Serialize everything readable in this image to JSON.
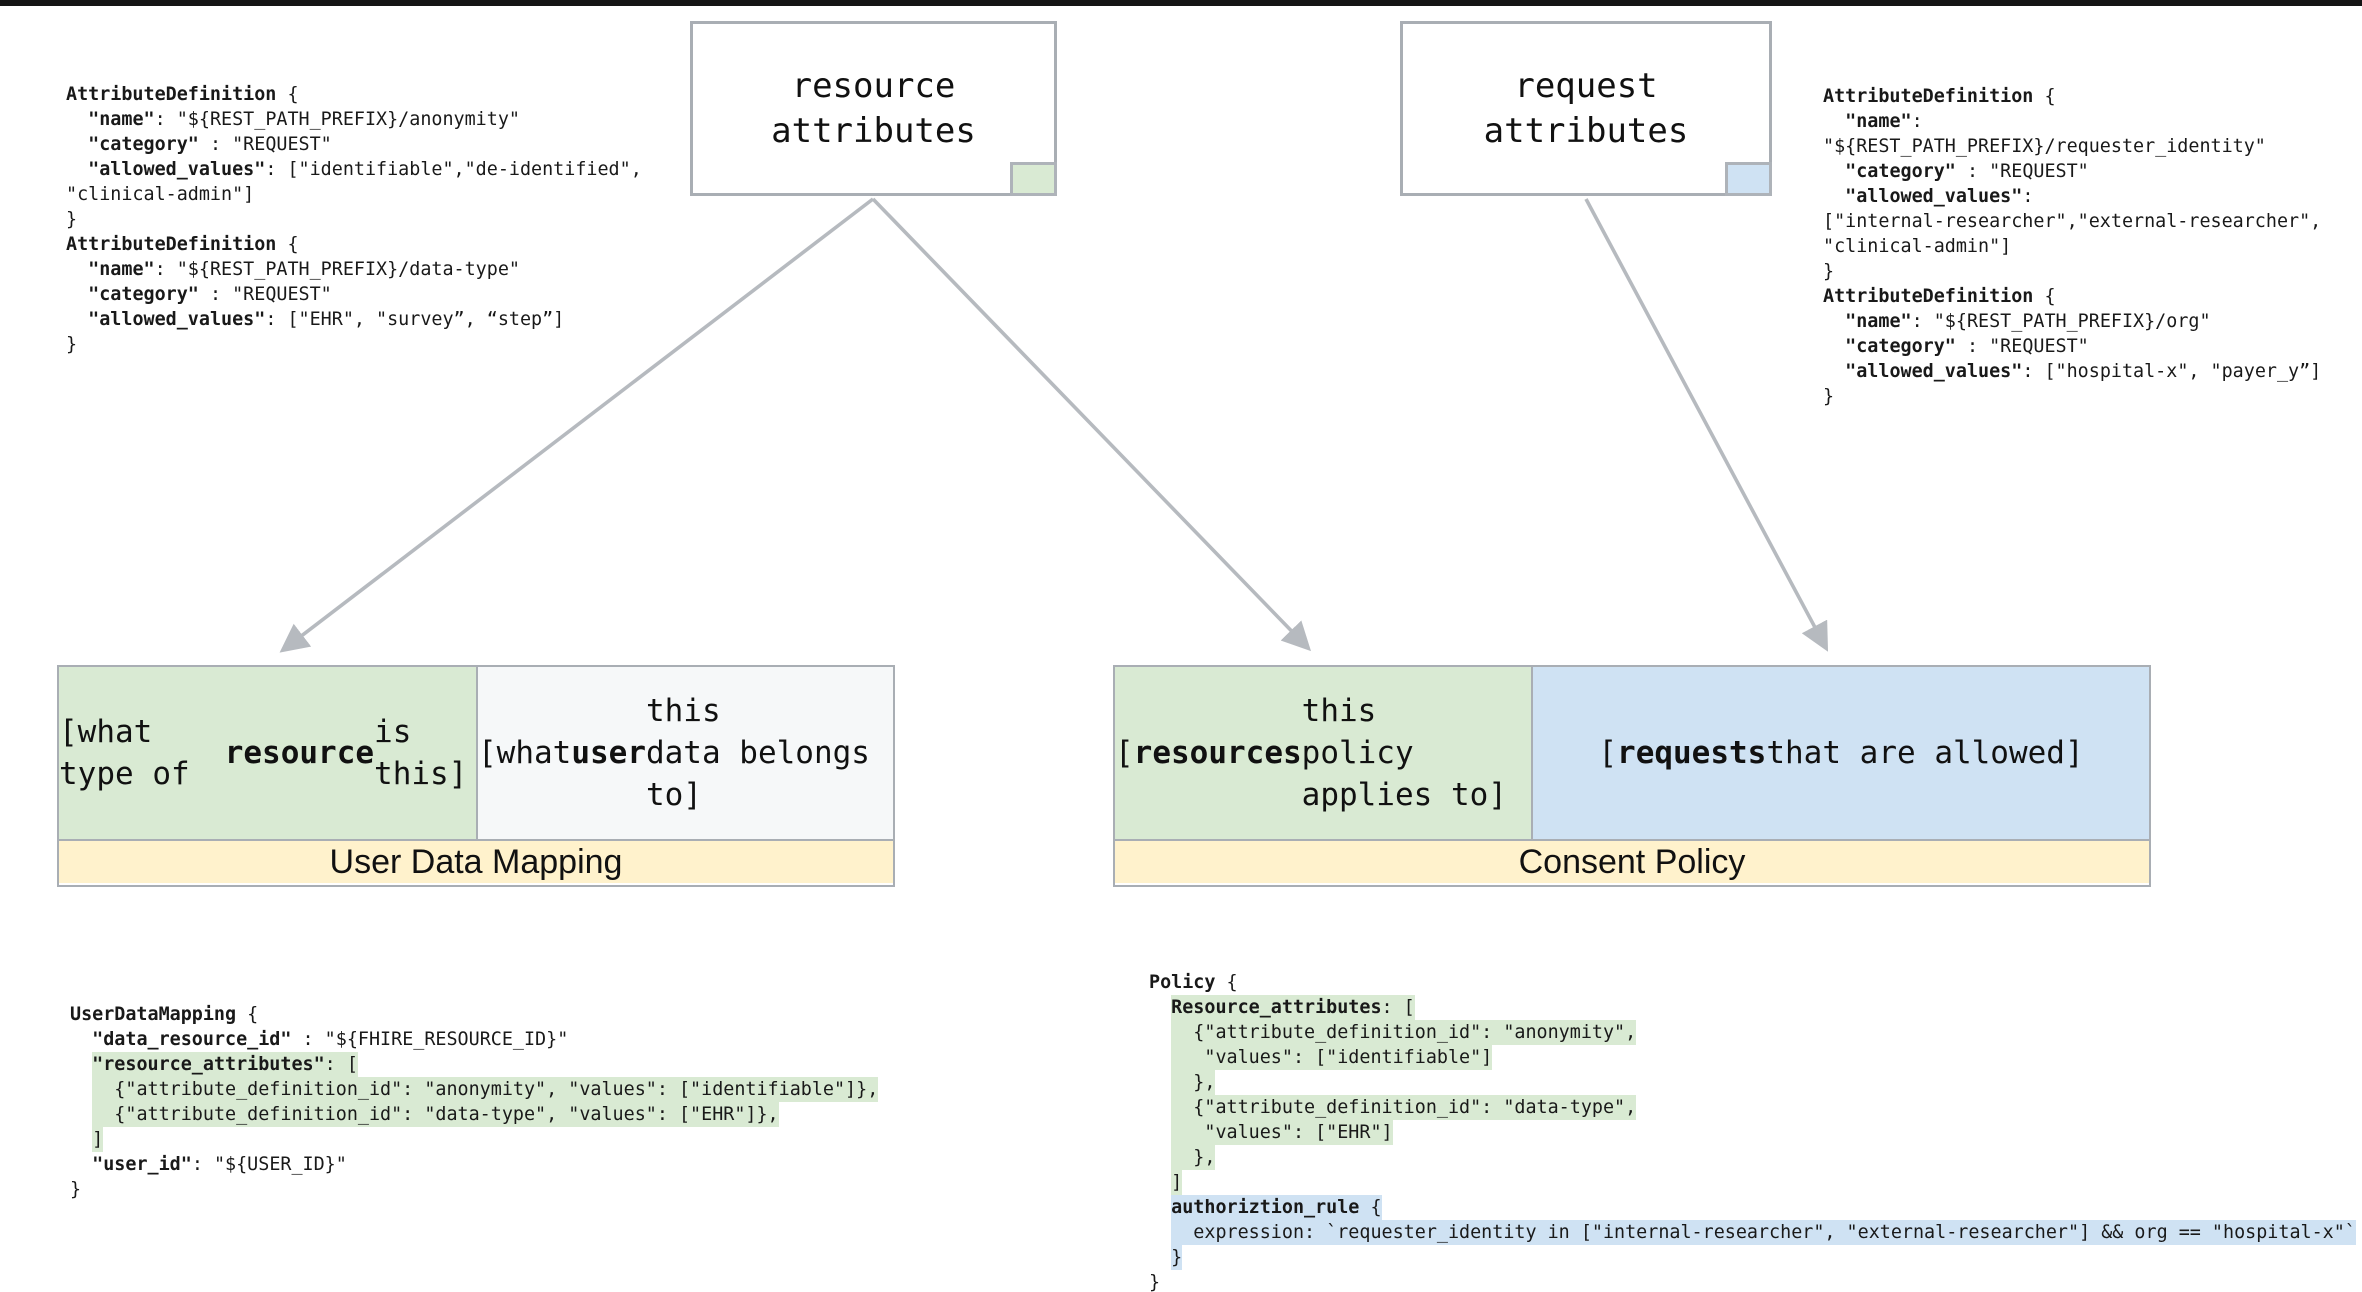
{
  "colors": {
    "accent_green": "#d9ead3",
    "accent_blue": "#cfe2f3",
    "accent_yellow": "#fff2cc",
    "plain_cell": "#f6f8f9",
    "border_gray": "#a9aeb4",
    "arrow_gray": "#b6babf",
    "top_bar": "#151515"
  },
  "nodes": {
    "resource_attributes": {
      "label": "resource\nattributes",
      "tag": "green-tag"
    },
    "request_attributes": {
      "label": "request\nattributes",
      "tag": "blue-tag"
    }
  },
  "entities": {
    "user_data_mapping": {
      "title": "User Data Mapping",
      "cells": [
        {
          "segments": [
            [
              "n",
              "[what type of\n"
            ],
            [
              "b",
              "resource"
            ],
            [
              "n",
              " is this]"
            ]
          ]
        },
        {
          "segments": [
            [
              "n",
              "[what "
            ],
            [
              "b",
              "user"
            ],
            [
              "n",
              " this\ndata belongs to]"
            ]
          ]
        }
      ]
    },
    "consent_policy": {
      "title": "Consent Policy",
      "cells": [
        {
          "segments": [
            [
              "n",
              "["
            ],
            [
              "b",
              "resources"
            ],
            [
              "n",
              " this\npolicy applies to]"
            ]
          ]
        },
        {
          "segments": [
            [
              "n",
              "["
            ],
            [
              "b",
              "requests"
            ],
            [
              "n",
              " that are allowed]"
            ]
          ]
        }
      ]
    }
  },
  "code_blocks": {
    "attr_def_left": {
      "lines": [
        {
          "seg": [
            [
              "b",
              "AttributeDefinition"
            ],
            [
              "n",
              " {"
            ]
          ]
        },
        {
          "seg": [
            [
              "n",
              "  "
            ],
            [
              "b",
              "\"name\""
            ],
            [
              "n",
              ": \"${REST_PATH_PREFIX}/anonymity\""
            ]
          ]
        },
        {
          "seg": [
            [
              "n",
              "  "
            ],
            [
              "b",
              "\"category\""
            ],
            [
              "n",
              " : \"REQUEST\""
            ]
          ]
        },
        {
          "seg": [
            [
              "n",
              "  "
            ],
            [
              "b",
              "\"allowed_values\""
            ],
            [
              "n",
              ": [\"identifiable\",\"de-identified\","
            ]
          ]
        },
        {
          "seg": [
            [
              "n",
              "\"clinical-admin\"]"
            ]
          ]
        },
        {
          "seg": [
            [
              "n",
              "}"
            ]
          ]
        },
        {
          "seg": [
            [
              "b",
              "AttributeDefinition"
            ],
            [
              "n",
              " {"
            ]
          ]
        },
        {
          "seg": [
            [
              "n",
              "  "
            ],
            [
              "b",
              "\"name\""
            ],
            [
              "n",
              ": \"${REST_PATH_PREFIX}/data-type\""
            ]
          ]
        },
        {
          "seg": [
            [
              "n",
              "  "
            ],
            [
              "b",
              "\"category\""
            ],
            [
              "n",
              " : \"REQUEST\""
            ]
          ]
        },
        {
          "seg": [
            [
              "n",
              "  "
            ],
            [
              "b",
              "\"allowed_values\""
            ],
            [
              "n",
              ": [\"EHR\", \"survey”, “step”]"
            ]
          ]
        },
        {
          "seg": [
            [
              "n",
              "}"
            ]
          ]
        }
      ]
    },
    "attr_def_right": {
      "lines": [
        {
          "seg": [
            [
              "b",
              "AttributeDefinition"
            ],
            [
              "n",
              " {"
            ]
          ]
        },
        {
          "seg": [
            [
              "n",
              "  "
            ],
            [
              "b",
              "\"name\""
            ],
            [
              "n",
              ":"
            ]
          ]
        },
        {
          "seg": [
            [
              "n",
              "\"${REST_PATH_PREFIX}/requester_identity\""
            ]
          ]
        },
        {
          "seg": [
            [
              "n",
              "  "
            ],
            [
              "b",
              "\"category\""
            ],
            [
              "n",
              " : \"REQUEST\""
            ]
          ]
        },
        {
          "seg": [
            [
              "n",
              "  "
            ],
            [
              "b",
              "\"allowed_values\""
            ],
            [
              "n",
              ":"
            ]
          ]
        },
        {
          "seg": [
            [
              "n",
              "[\"internal-researcher\",\"external-researcher\","
            ]
          ]
        },
        {
          "seg": [
            [
              "n",
              "\"clinical-admin\"]"
            ]
          ]
        },
        {
          "seg": [
            [
              "n",
              "}"
            ]
          ]
        },
        {
          "seg": [
            [
              "b",
              "AttributeDefinition"
            ],
            [
              "n",
              " {"
            ]
          ]
        },
        {
          "seg": [
            [
              "n",
              "  "
            ],
            [
              "b",
              "\"name\""
            ],
            [
              "n",
              ": \"${REST_PATH_PREFIX}/org\""
            ]
          ]
        },
        {
          "seg": [
            [
              "n",
              "  "
            ],
            [
              "b",
              "\"category\""
            ],
            [
              "n",
              " : \"REQUEST\""
            ]
          ]
        },
        {
          "seg": [
            [
              "n",
              "  "
            ],
            [
              "b",
              "\"allowed_values\""
            ],
            [
              "n",
              ": [\"hospital-x\", \"payer_y”]"
            ]
          ]
        },
        {
          "seg": [
            [
              "n",
              "}"
            ]
          ]
        }
      ]
    },
    "user_data_mapping": {
      "lines": [
        {
          "seg": [
            [
              "b",
              "UserDataMapping"
            ],
            [
              "n",
              " {"
            ]
          ]
        },
        {
          "seg": [
            [
              "n",
              "  "
            ],
            [
              "b",
              "\"data_resource_id\""
            ],
            [
              "n",
              " : \"${FHIRE_RESOURCE_ID}\""
            ]
          ]
        },
        {
          "hl": "green",
          "pre": "  ",
          "seg": [
            [
              "b",
              "\"resource_attributes\""
            ],
            [
              "n",
              ": ["
            ]
          ]
        },
        {
          "hl": "green",
          "pre": "  ",
          "seg": [
            [
              "n",
              "  {\"attribute_definition_id\": \"anonymity\", \"values\": [\"identifiable\"]},"
            ]
          ]
        },
        {
          "hl": "green",
          "pre": "  ",
          "seg": [
            [
              "n",
              "  {\"attribute_definition_id\": \"data-type\", \"values\": [\"EHR\"]},"
            ]
          ]
        },
        {
          "hl": "green",
          "pre": "  ",
          "seg": [
            [
              "n",
              "]"
            ]
          ]
        },
        {
          "seg": [
            [
              "n",
              "  "
            ],
            [
              "b",
              "\"user_id\""
            ],
            [
              "n",
              ": \"${USER_ID}\""
            ]
          ]
        },
        {
          "seg": [
            [
              "n",
              "}"
            ]
          ]
        }
      ]
    },
    "policy": {
      "lines": [
        {
          "seg": [
            [
              "b",
              "Policy"
            ],
            [
              "n",
              " {"
            ]
          ]
        },
        {
          "hl": "green",
          "pre": "  ",
          "seg": [
            [
              "b",
              "Resource_attributes"
            ],
            [
              "n",
              ": ["
            ]
          ]
        },
        {
          "hl": "green",
          "pre": "  ",
          "seg": [
            [
              "n",
              "  {\"attribute_definition_id\": \"anonymity\","
            ]
          ]
        },
        {
          "hl": "green",
          "pre": "  ",
          "seg": [
            [
              "n",
              "   \"values\": [\"identifiable\"]"
            ]
          ]
        },
        {
          "hl": "green",
          "pre": "  ",
          "seg": [
            [
              "n",
              "  },"
            ]
          ]
        },
        {
          "hl": "green",
          "pre": "  ",
          "seg": [
            [
              "n",
              "  {\"attribute_definition_id\": \"data-type\","
            ]
          ]
        },
        {
          "hl": "green",
          "pre": "  ",
          "seg": [
            [
              "n",
              "   \"values\": [\"EHR\"]"
            ]
          ]
        },
        {
          "hl": "green",
          "pre": "  ",
          "seg": [
            [
              "n",
              "  },"
            ]
          ]
        },
        {
          "hl": "green",
          "pre": "  ",
          "seg": [
            [
              "n",
              "]"
            ]
          ]
        },
        {
          "hl": "blue",
          "pre": "  ",
          "seg": [
            [
              "b",
              "authoriztion_rule"
            ],
            [
              "n",
              " {"
            ]
          ]
        },
        {
          "hl": "blue",
          "pre": "  ",
          "seg": [
            [
              "n",
              "  expression: `requester_identity in [\"internal-researcher\", \"external-researcher\"] && org == \"hospital-x\"`"
            ]
          ]
        },
        {
          "hl": "blue",
          "pre": "  ",
          "seg": [
            [
              "n",
              "}"
            ]
          ]
        },
        {
          "seg": [
            [
              "n",
              "}"
            ]
          ]
        }
      ]
    }
  }
}
